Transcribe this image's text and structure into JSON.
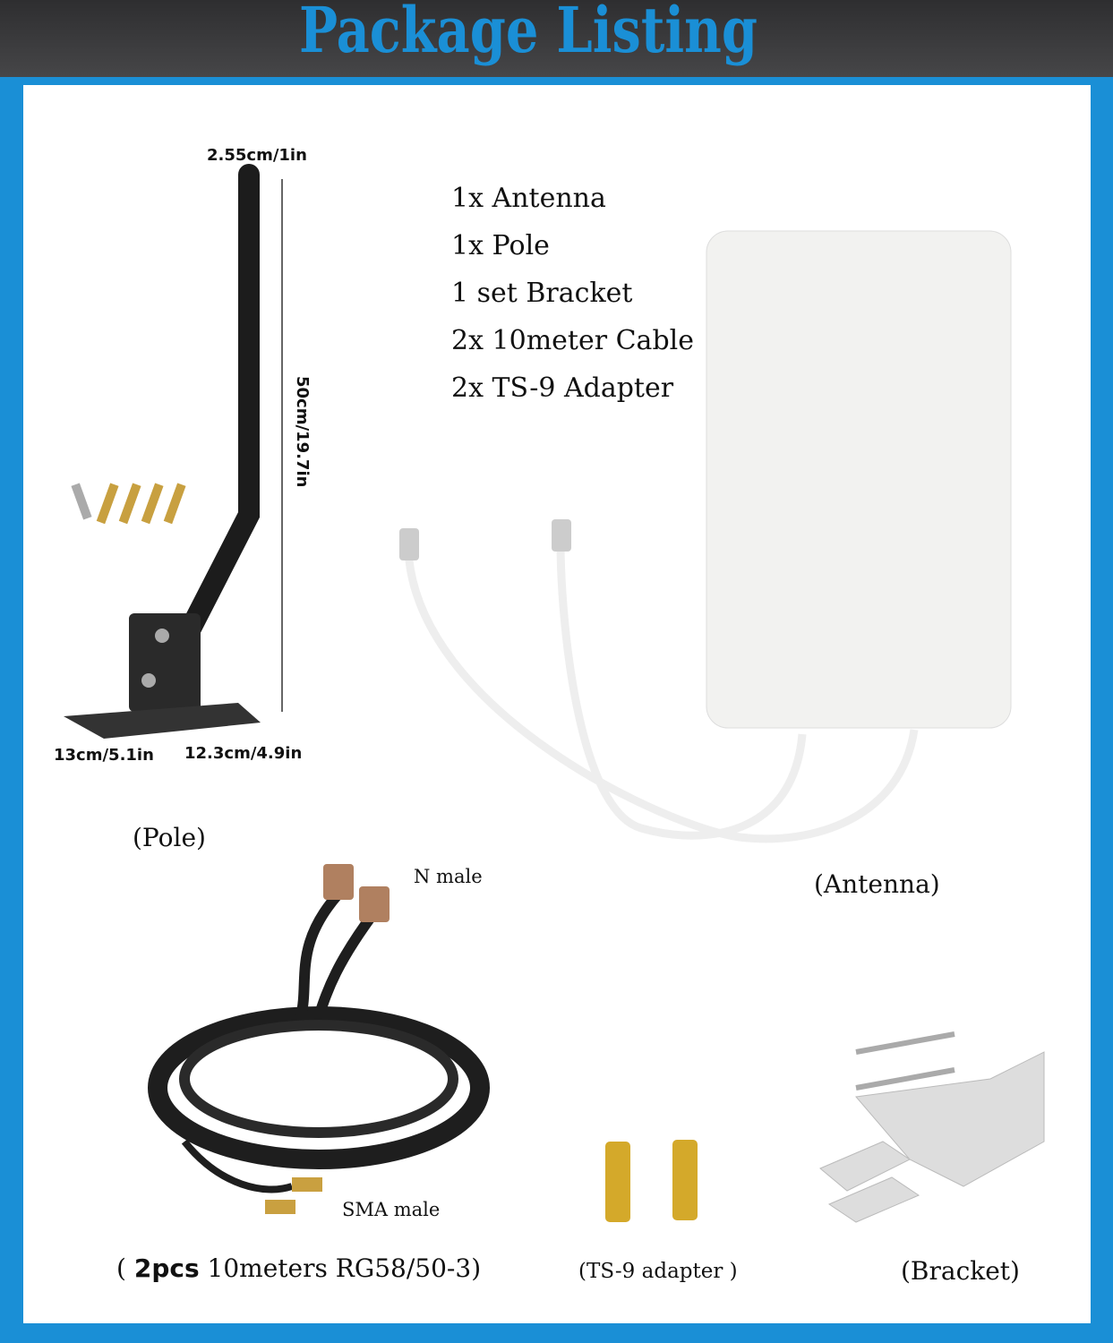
{
  "header": {
    "title": "Package Listing"
  },
  "colors": {
    "accent": "#1a8fd6",
    "header_bg": "#3a3a3c",
    "panel_bg": "#ffffff"
  },
  "contents": [
    "1x Antenna",
    "1x Pole",
    "1 set Bracket",
    "2x 10meter Cable",
    "2x TS-9 Adapter"
  ],
  "pole": {
    "width_label": "2.55cm/1in",
    "height_label": "50cm/19.7in",
    "base_depth_label": "13cm/5.1in",
    "base_width_label": "12.3cm/4.9in",
    "caption": "(Pole)"
  },
  "antenna": {
    "caption": "(Antenna)"
  },
  "cable": {
    "top_connector": "N male",
    "bottom_connector": "SMA male",
    "caption_bold": "2pcs",
    "caption_rest": "10meters RG58/50-3)",
    "caption_open": "("
  },
  "adapter": {
    "caption": "(TS-9 adapter )"
  },
  "bracket": {
    "caption": "(Bracket)"
  }
}
